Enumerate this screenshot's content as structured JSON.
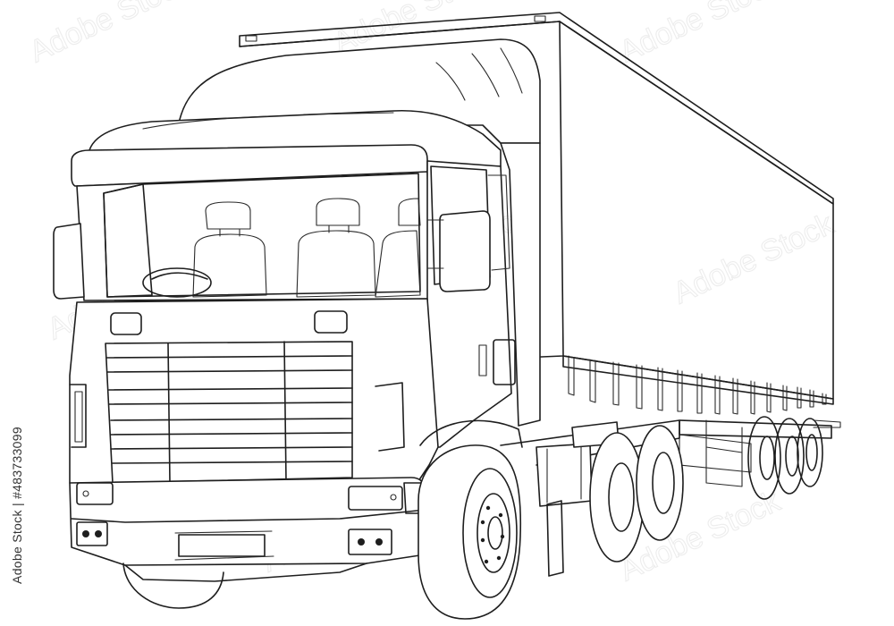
{
  "image": {
    "subject": "semi-truck-with-curtain-side-trailer",
    "style": "line-art",
    "colors": {
      "line": "#1e1e1e",
      "background": "#ffffff",
      "text": "#333333"
    }
  },
  "stock_label": {
    "text": "Adobe Stock | #483733099"
  },
  "watermark": {
    "text": "Adobe Stock"
  }
}
